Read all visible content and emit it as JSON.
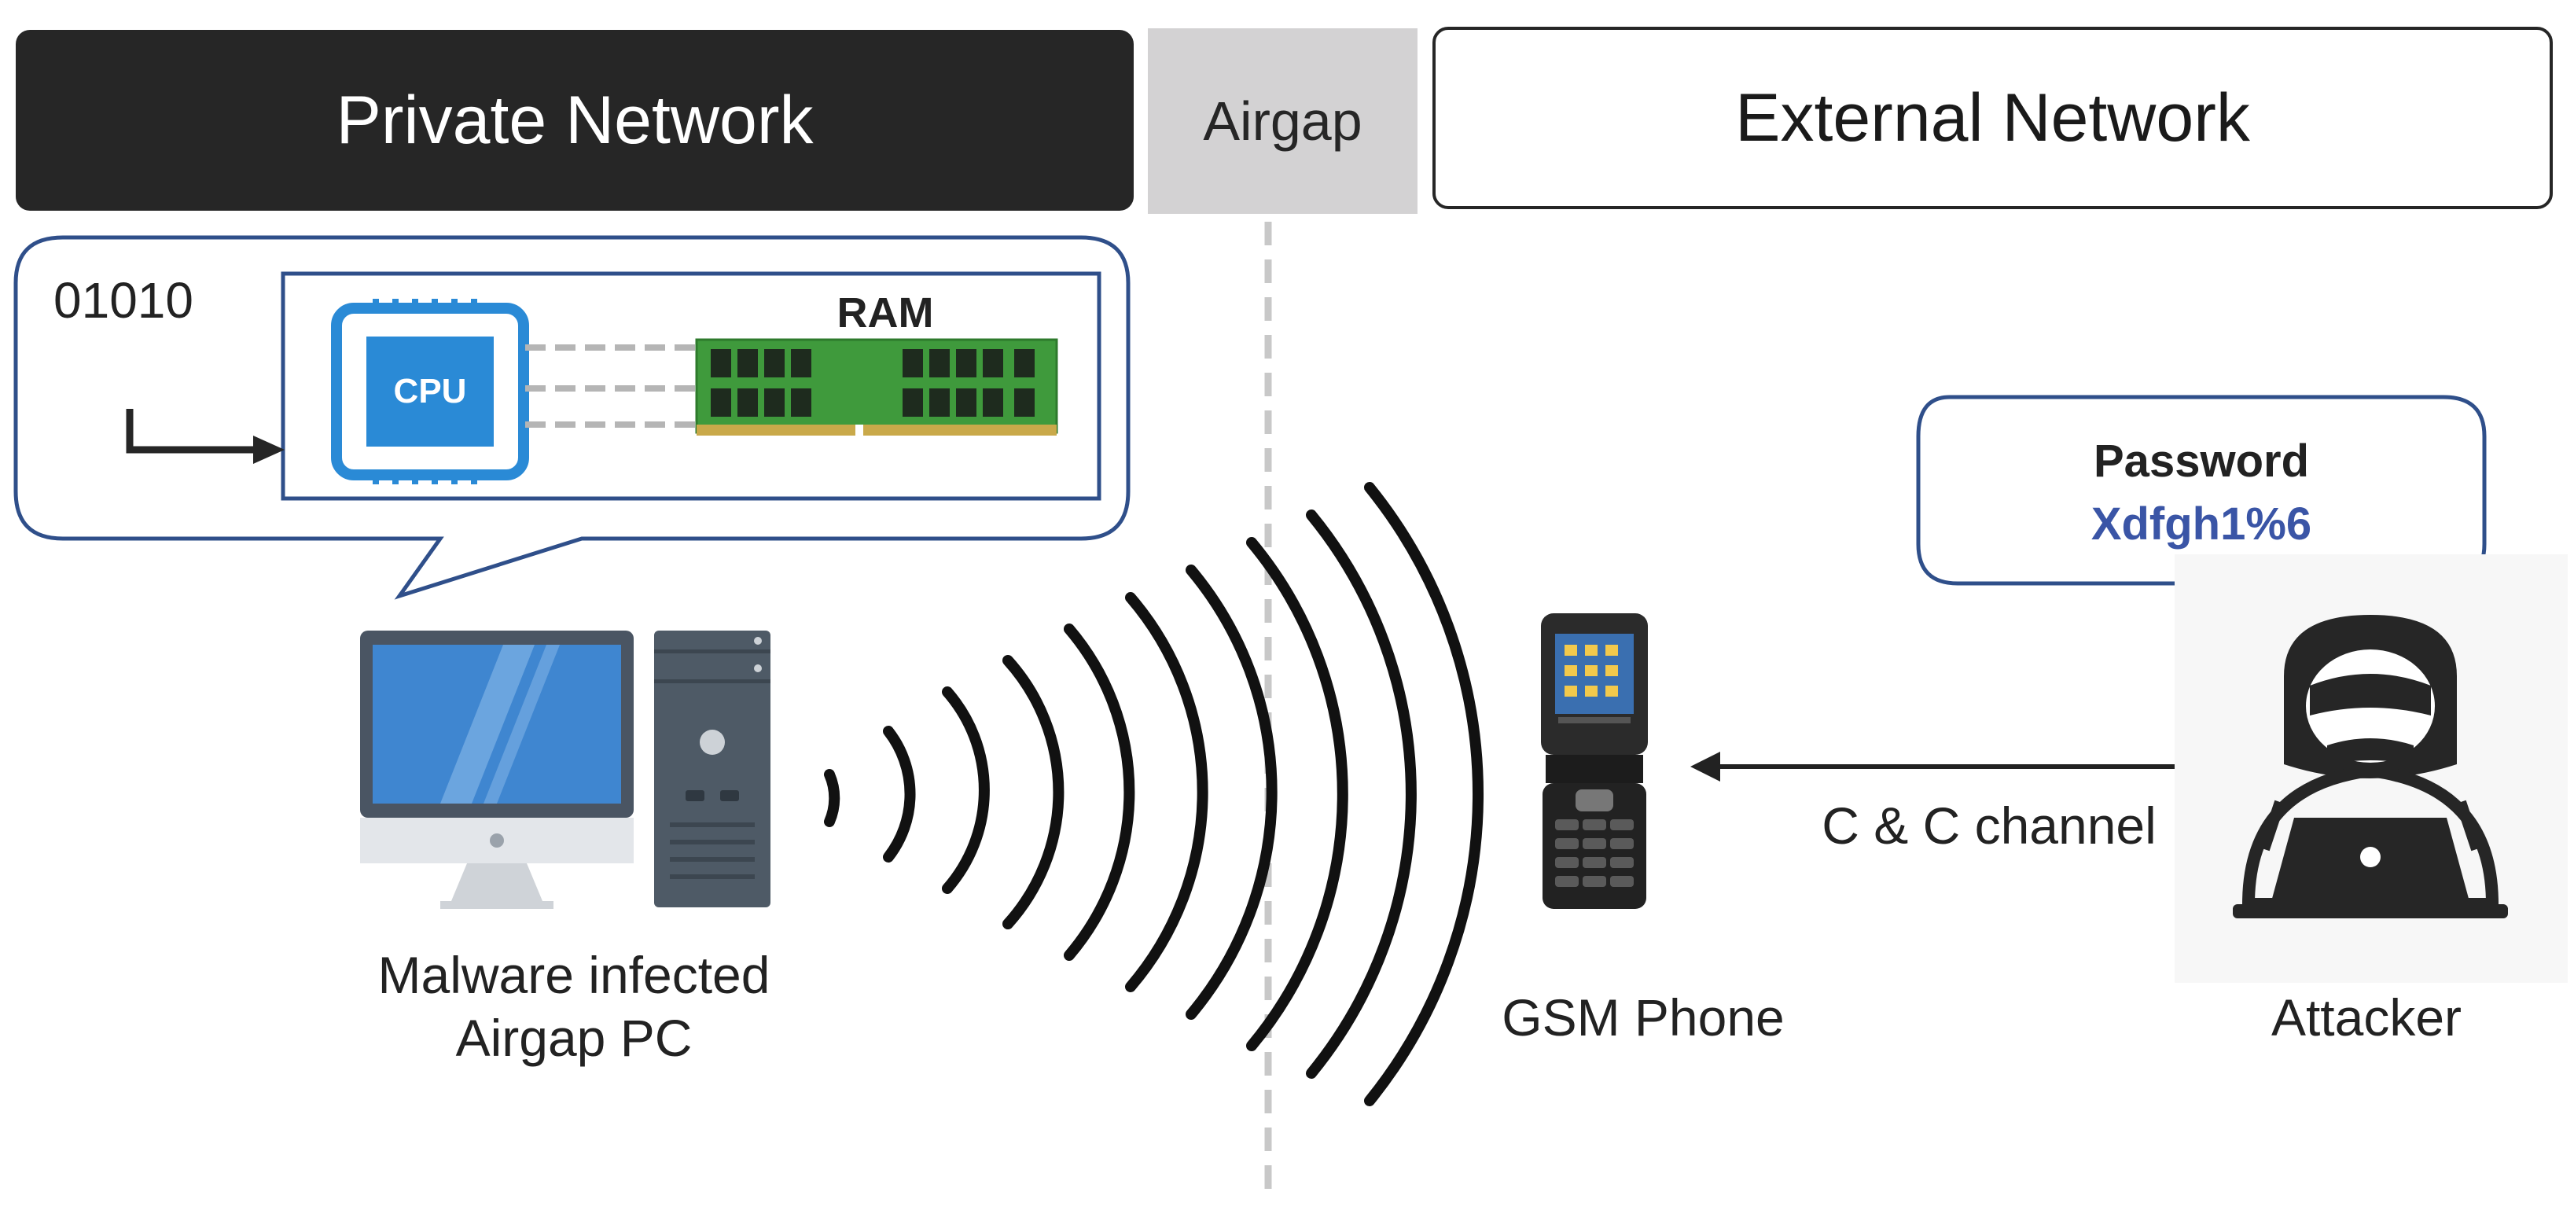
{
  "headers": {
    "private": "Private Network",
    "airgap": "Airgap",
    "external": "External Network"
  },
  "bits": "01010",
  "cpu_label": "CPU",
  "ram_label": "RAM",
  "pc_label": [
    "Malware infected",
    "Airgap PC"
  ],
  "phone_label": "GSM Phone",
  "channel_label": "C & C channel",
  "attacker_label": "Attacker",
  "password": {
    "title": "Password",
    "value": "Xdfgh1%6"
  },
  "colors": {
    "dark": "#262626",
    "airgap_gray": "#d3d2d3",
    "callout_border": "#2f4f8a",
    "cpu_blue": "#2a8ad6",
    "password_value": "#3a55a6",
    "ram_green": "#3f9a3c"
  }
}
